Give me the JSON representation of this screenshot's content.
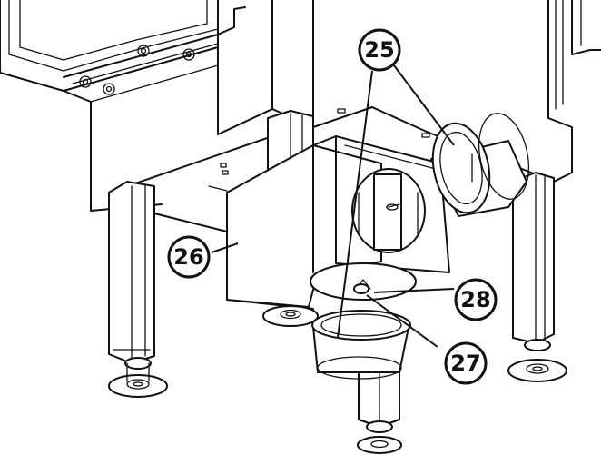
{
  "callouts": {
    "c25": "25",
    "c26": "26",
    "c27": "27",
    "c28": "28"
  },
  "colors": {
    "line": "#111111",
    "background": "#ffffff"
  }
}
